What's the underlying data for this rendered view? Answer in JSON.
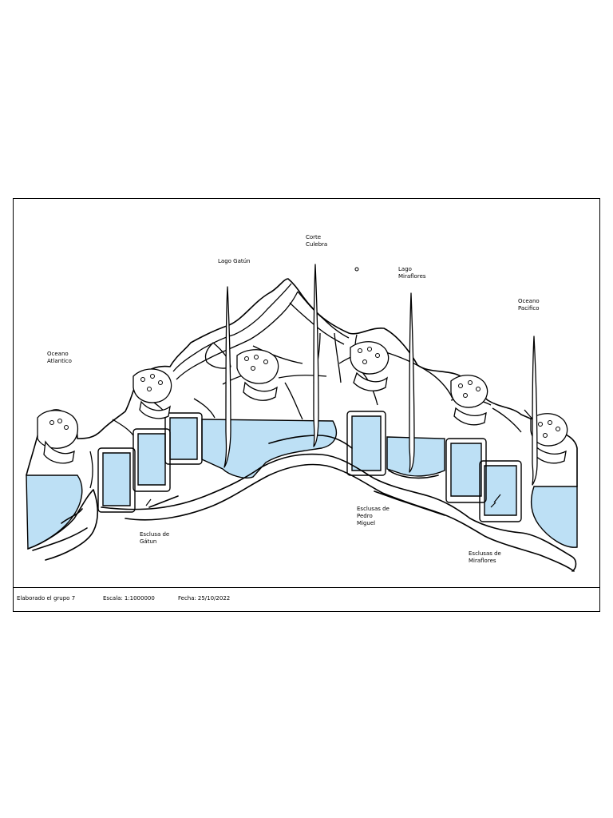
{
  "labels": {
    "oceano_atlantico": "Oceano\nAtlantico",
    "lago_gatun": "Lago Gatún",
    "corte_culebra": "Corte\nCulebra",
    "lago_miraflores": "Lago\nMiraflores",
    "oceano_pacifico": "Oceano\nPacifico",
    "esclusa_gatun": "Esclusa de\nGátun",
    "esclusas_pedro_miguel": "Esclusas de\nPedro\nMiguel",
    "esclusas_miraflores": "Esclusas de\nMiraflores"
  },
  "footer": {
    "elaborado": "Elaborado el grupo 7",
    "escala_label": "Escala:",
    "escala_value": "1:1000000",
    "fecha_label": "Fecha:",
    "fecha_value": "25/10/2022"
  },
  "colors": {
    "water": "#bde0f5",
    "line": "#000000",
    "paper": "#ffffff"
  }
}
